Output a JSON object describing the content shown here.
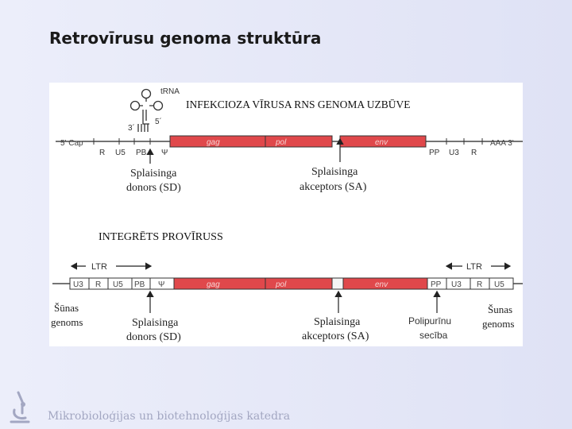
{
  "title": "Retrovīrusu genoma struktūra",
  "footer": "Mikrobioloģijas un biotehnoloģijas katedra",
  "colors": {
    "gene": "#e0484b",
    "gene_light": "#f9c9c9",
    "line": "#222222",
    "label": "#333333"
  },
  "rna": {
    "heading": "INFEKCIOZA VĪRUSA RNS GENOMA UZBŪVE",
    "trna": "tRNA",
    "three_prime": "3´",
    "five_prime": "5´",
    "left_end": "5' Cap",
    "right_end": "AAA 3'",
    "seg_r1": "R",
    "seg_u5": "U5",
    "seg_pb": "PB",
    "seg_psi": "Ψ",
    "gag": "gag",
    "pol": "pol",
    "env": "env",
    "seg_pp": "PP",
    "seg_u3": "U3",
    "seg_r2": "R",
    "sd_line1": "Splaisinga",
    "sd_line2": "donors (SD)",
    "sa_line1": "Splaisinga",
    "sa_line2": "akceptors (SA)"
  },
  "provirus": {
    "heading": "INTEGRĒTS PROVĪRUSS",
    "ltr_left": "LTR",
    "ltr_right": "LTR",
    "boxes_left": [
      "U3",
      "R",
      "U5",
      "PB",
      "Ψ"
    ],
    "gag": "gag",
    "pol": "pol",
    "env": "env",
    "boxes_right": [
      "PP",
      "U3",
      "R",
      "U5"
    ],
    "host_left_1": "Šūnas",
    "host_left_2": "genoms",
    "host_right_1": "Šunas",
    "host_right_2": "genoms",
    "sd_line1": "Splaisinga",
    "sd_line2": "donors (SD)",
    "sa_line1": "Splaisinga",
    "sa_line2": "akceptors (SA)",
    "ppt_line1": "Polipurīnu",
    "ppt_line2": "secība"
  }
}
